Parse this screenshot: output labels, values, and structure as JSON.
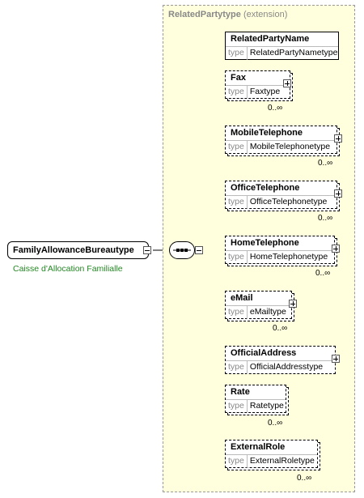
{
  "extension": {
    "name": "RelatedPartytype",
    "suffix": "(extension)"
  },
  "root": {
    "name": "FamilyAllowanceBureautype",
    "description": "Caisse d'Allocation Familialle"
  },
  "type_keyword": "type",
  "elements": [
    {
      "name": "RelatedPartyName",
      "type": "RelatedPartyNametype",
      "occurs": ""
    },
    {
      "name": "Fax",
      "type": "Faxtype",
      "occurs": "0..∞"
    },
    {
      "name": "MobileTelephone",
      "type": "MobileTelephonetype",
      "occurs": "0..∞"
    },
    {
      "name": "OfficeTelephone",
      "type": "OfficeTelephonetype",
      "occurs": "0..∞"
    },
    {
      "name": "HomeTelephone",
      "type": "HomeTelephonetype",
      "occurs": "0..∞"
    },
    {
      "name": "eMail",
      "type": "eMailtype",
      "occurs": "0..∞"
    },
    {
      "name": "OfficialAddress",
      "type": "OfficialAddresstype",
      "occurs": ""
    },
    {
      "name": "Rate",
      "type": "Ratetype",
      "occurs": "0..∞"
    },
    {
      "name": "ExternalRole",
      "type": "ExternalRoletype",
      "occurs": "0..∞"
    }
  ]
}
